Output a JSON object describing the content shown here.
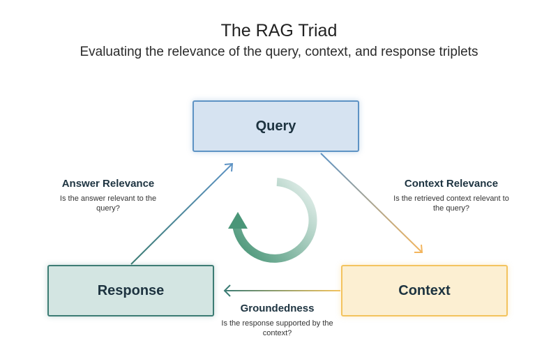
{
  "diagram": {
    "title": "The RAG Triad",
    "subtitle": "Evaluating the relevance of the query, context, and response triplets"
  },
  "nodes": {
    "query": "Query",
    "response": "Response",
    "context": "Context"
  },
  "edges": {
    "answer_relevance": {
      "title": "Answer Relevance",
      "description": "Is the answer relevant to the query?"
    },
    "context_relevance": {
      "title": "Context Relevance",
      "description": "Is the retrieved context relevant to the query?"
    },
    "groundedness": {
      "title": "Groundedness",
      "description": "Is the response supported by the context?"
    }
  },
  "colors": {
    "query": "#5e93c4",
    "response": "#3c7c74",
    "context": "#f3c35e",
    "cycle": "#4a9678"
  }
}
